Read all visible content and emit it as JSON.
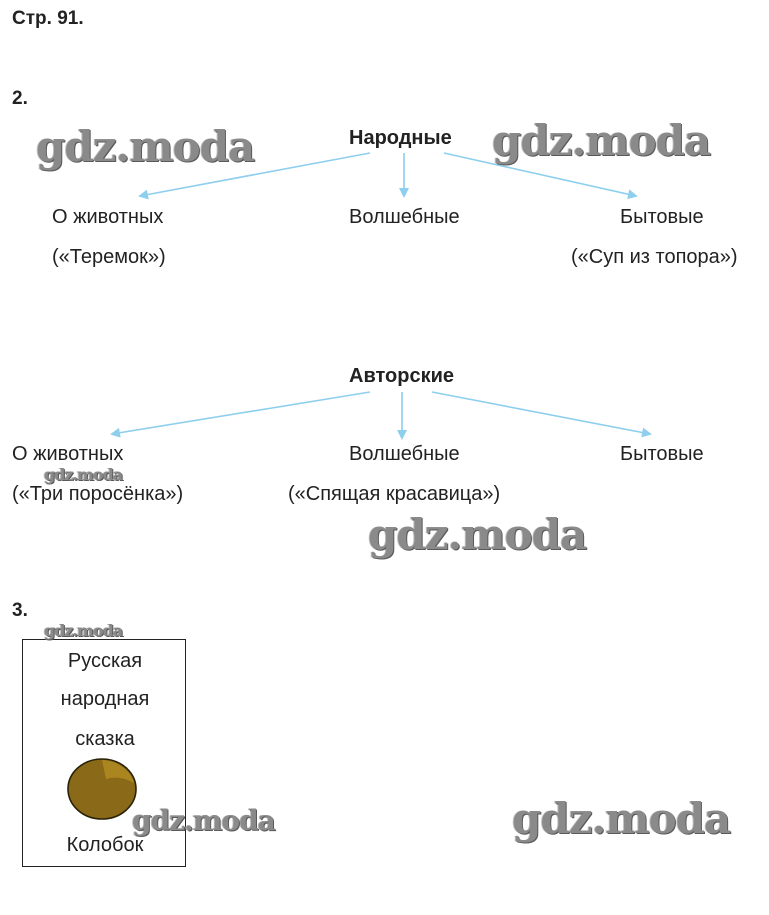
{
  "page_heading": "Стр. 91.",
  "task2": {
    "number": "2.",
    "folk": {
      "title": "Народные",
      "animals": "О животных",
      "animals_example": "(«Теремок»)",
      "magic": "Волшебные",
      "everyday": "Бытовые",
      "everyday_example": "(«Суп из топора»)"
    },
    "authored": {
      "title": "Авторские",
      "animals": "О животных",
      "animals_example": "(«Три поросёнка»)",
      "magic": "Волшебные",
      "magic_example": "(«Спящая красавица»)",
      "everyday": "Бытовые"
    }
  },
  "task3": {
    "number": "3.",
    "box_line1": "Русская",
    "box_line2": "народная",
    "box_line3": "сказка",
    "box_caption": "Колобок"
  },
  "watermark": "gdz.moda",
  "colors": {
    "arrow": "#8ecfee",
    "kolobok_fill": "#8a6a18",
    "kolobok_highlight": "#b08a22"
  }
}
